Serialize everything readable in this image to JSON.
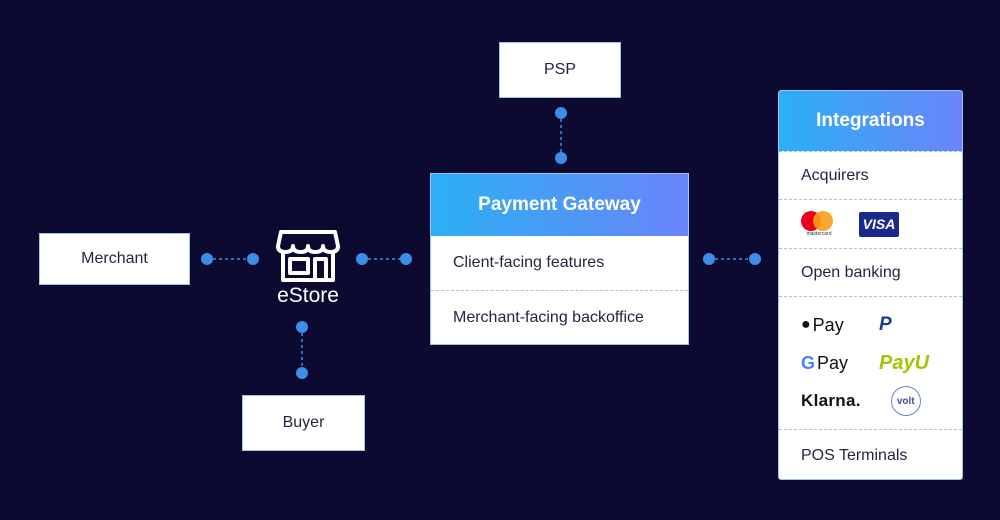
{
  "nodes": {
    "merchant": "Merchant",
    "buyer": "Buyer",
    "psp": "PSP",
    "estore": "eStore"
  },
  "gateway": {
    "title": "Payment Gateway",
    "rows": [
      "Client-facing features",
      "Merchant-facing backoffice"
    ]
  },
  "integrations": {
    "title": "Integrations",
    "acquirers": "Acquirers",
    "acquirer_logos": [
      "mastercard",
      "VISA"
    ],
    "open_banking": "Open banking",
    "wallets": {
      "apple_pay": "Pay",
      "paypal": "P",
      "google_pay": "Pay",
      "payu": "PayU",
      "klarna": "Klarna.",
      "volt": "volt"
    },
    "pos": "POS Terminals"
  },
  "colors": {
    "background": "#0c0a30",
    "connector": "#3b8de8",
    "header_gradient_start": "#2bb0f4",
    "header_gradient_end": "#6a84f9"
  }
}
